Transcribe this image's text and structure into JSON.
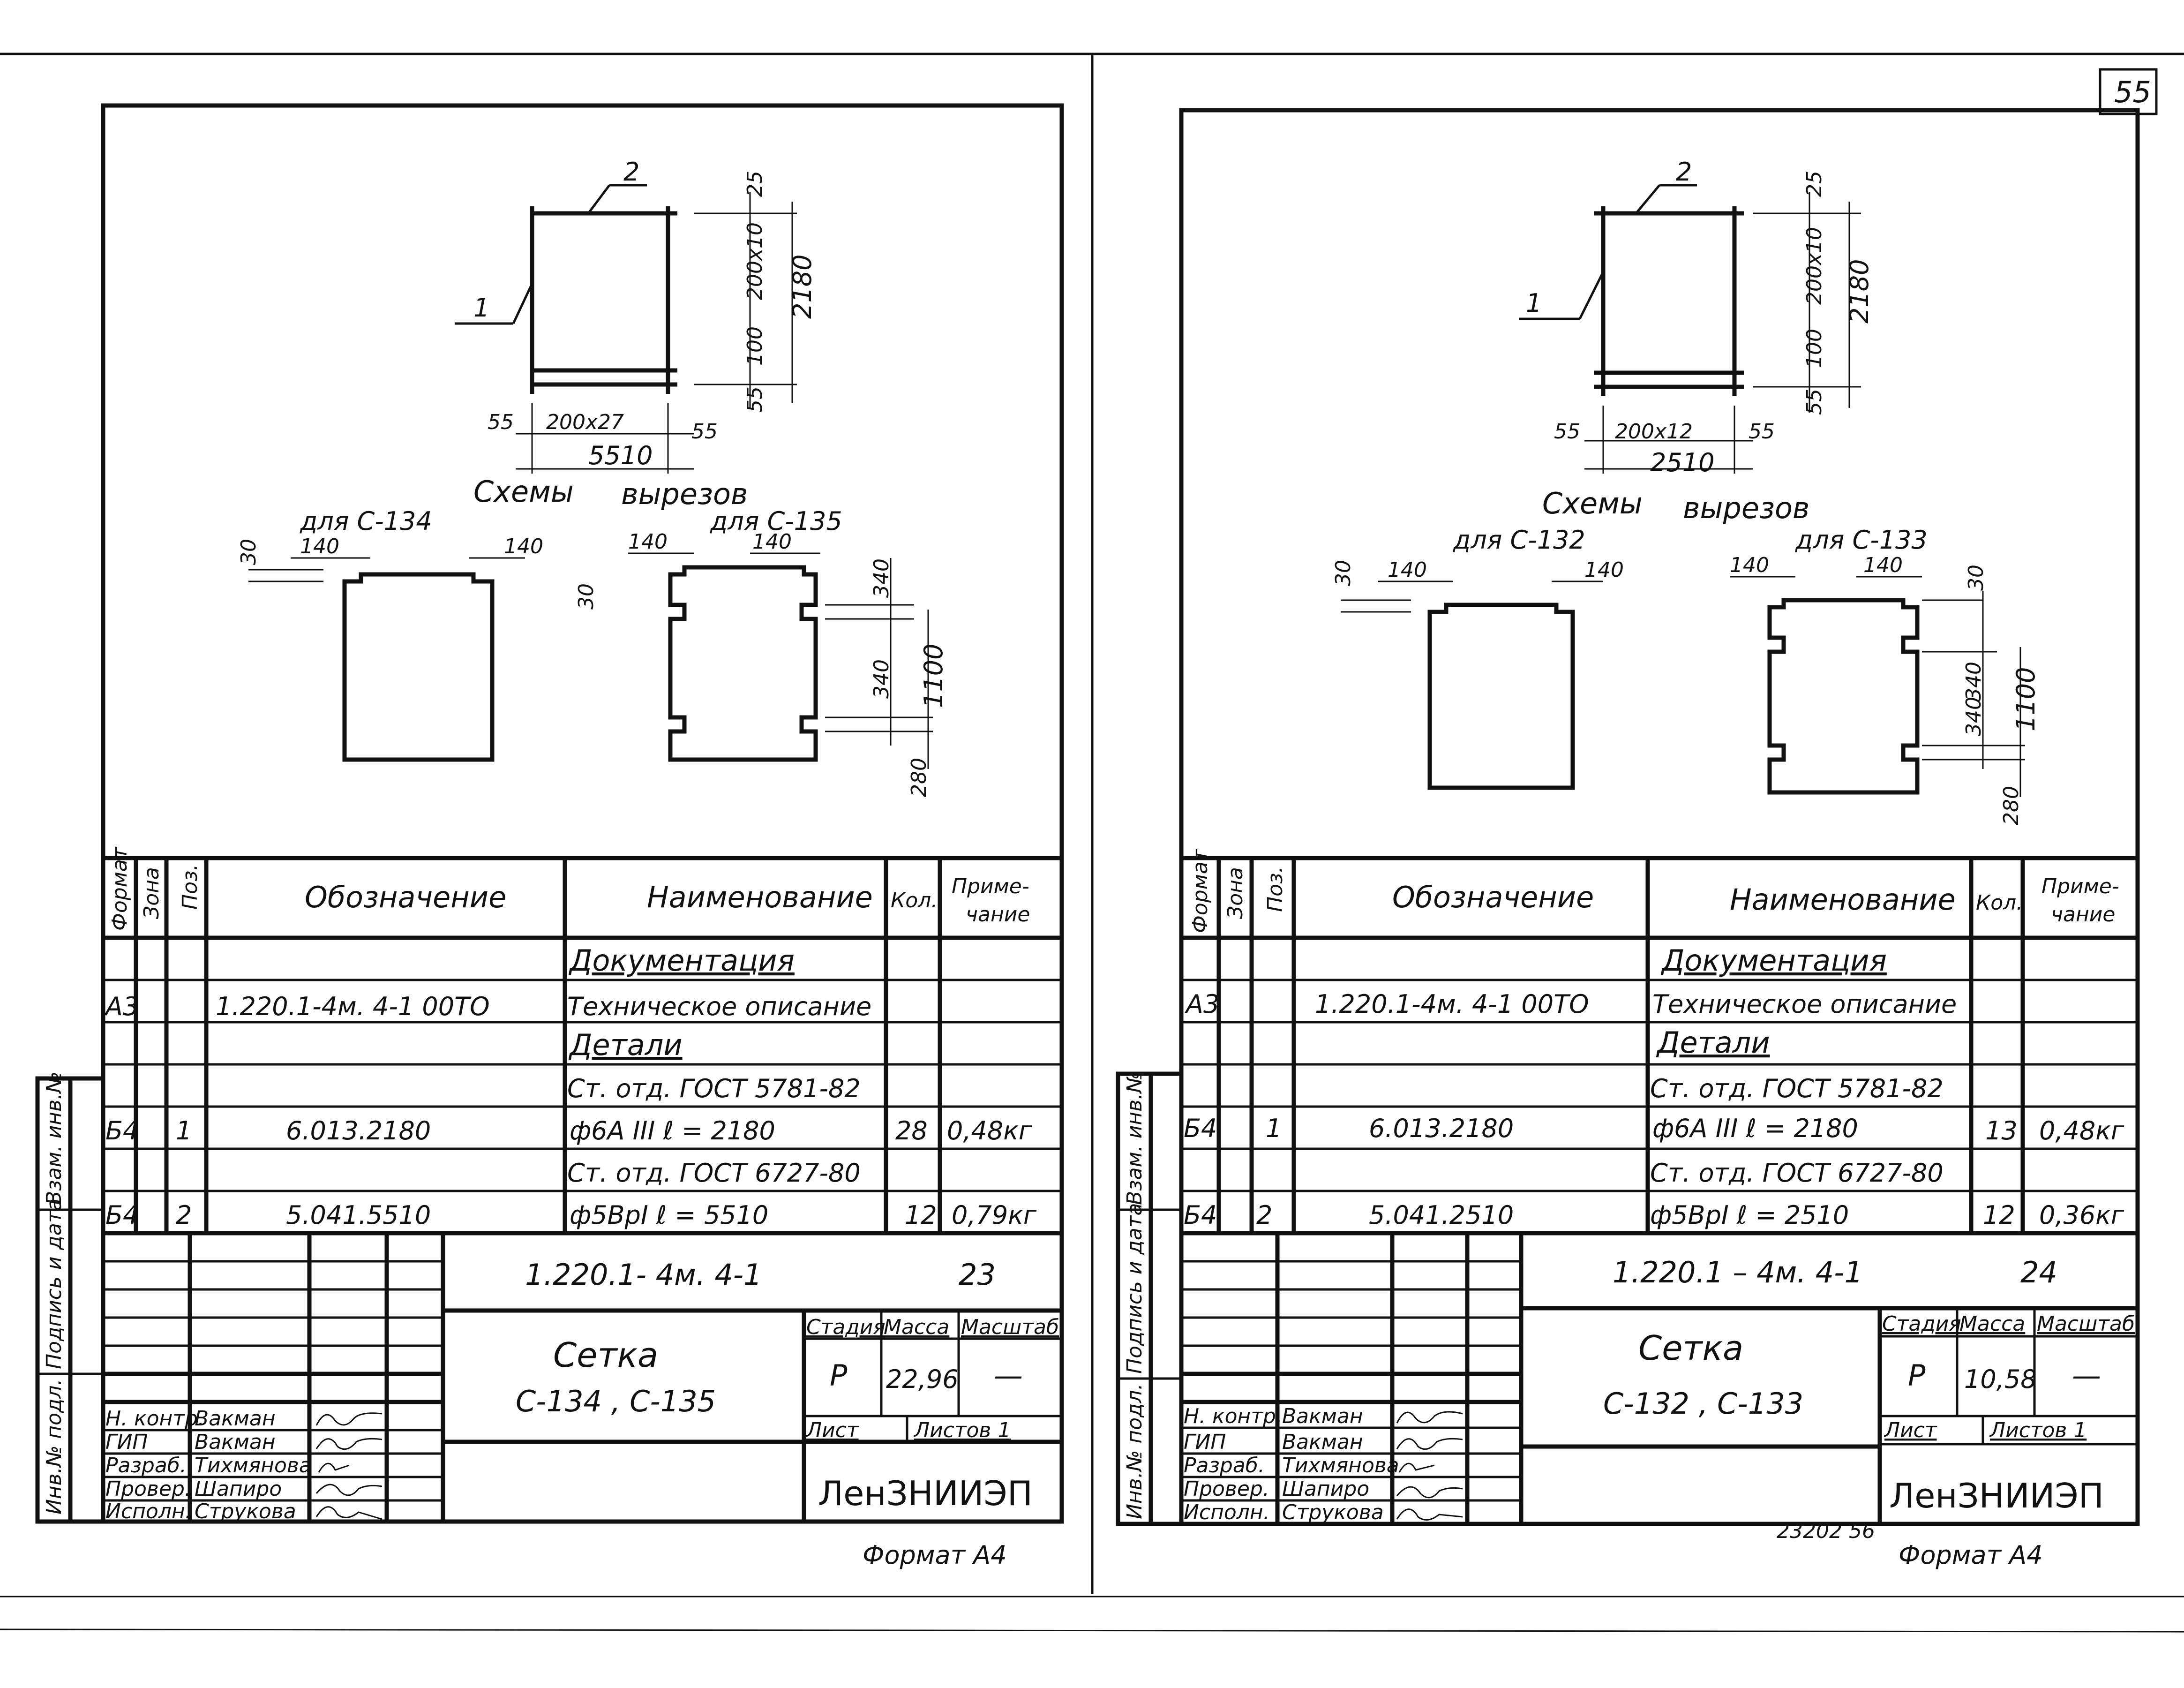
{
  "page_number": "55",
  "common": {
    "schemes_title_1": "Схемы",
    "schemes_title_2": "вырезов",
    "col_format": "Формат",
    "col_zone": "Зона",
    "col_pos": "Поз.",
    "col_designation": "Обозначение",
    "col_name": "Наименование",
    "col_qty": "Кол.",
    "col_note_1": "Приме-",
    "col_note_2": "чание",
    "sec_docs": "Документация",
    "doc_name": "Техническое описание",
    "sec_parts": "Детали",
    "st_gost1": "Ст. отд. ГОСТ 5781-82",
    "st_gost2": "Ст. отд. ГОСТ 6727-80",
    "side_vzam": "Взам. инв.№",
    "side_podp": "Подпись и дата",
    "side_inv": "Инв.№ подл.",
    "stage_h": "Стадия",
    "mass_h": "Масса",
    "scale_h": "Масштаб",
    "stage": "Р",
    "scale": "—",
    "sheet_h": "Лист",
    "sheets_h": "Листов 1",
    "org": "ЛенЗНИИЭП",
    "roles": [
      "Н. контр.",
      "ГИП",
      "Разраб.",
      "Провер.",
      "Исполн."
    ],
    "names": [
      "Вакман",
      "Вакман",
      "Тихмянова",
      "Шапиро",
      "Струкова"
    ],
    "dim_2": "2",
    "dim_1": "1",
    "dim_25": "25",
    "dim_100": "100",
    "dim_55": "55",
    "dim_2180": "2180",
    "dim_200x10": "200х10",
    "dim_140": "140",
    "dim_30": "30",
    "dim_340": "340",
    "dim_1100": "1100",
    "dim_280": "280"
  },
  "left": {
    "title_code": "1.220.1- 4м.   4-1",
    "sheet_no": "23",
    "item_title_1": "Сетка",
    "item_title_2": "С-134 , С-135",
    "mass": "22,96",
    "format_note": "Формат А4",
    "cut_a": "для С-134",
    "cut_b": "для С-135",
    "dim_200xN": "200х27",
    "dim_total": "5510",
    "rows": [
      {
        "format": "А3",
        "designation": "1.220.1-4м.  4-1  00ТО",
        "qty": "",
        "note": ""
      },
      {
        "format": "Б4",
        "pos": "1",
        "designation": "6.013.2180",
        "name": "ф6А III  ℓ = 2180",
        "qty": "28",
        "note": "0,48кг"
      },
      {
        "format": "Б4",
        "pos": "2",
        "designation": "5.041.5510",
        "name": "ф5ВрI   ℓ = 5510",
        "qty": "12",
        "note": "0,79кг"
      }
    ]
  },
  "right": {
    "title_code": "1.220.1 –  4м. 4-1",
    "sheet_no": "24",
    "item_title_1": "Сетка",
    "item_title_2": "С-132 , С-133",
    "mass": "10,58",
    "format_note": "Формат А4",
    "footer_code": "23202    56",
    "cut_a": "для С-132",
    "cut_b": "для С-133",
    "dim_200xN": "200х12",
    "dim_total": "2510",
    "rows": [
      {
        "format": "А3",
        "designation": "1.220.1-4м. 4-1   00ТО",
        "qty": "",
        "note": ""
      },
      {
        "format": "Б4",
        "pos": "1",
        "designation": "6.013.2180",
        "name": "ф6А III  ℓ = 2180",
        "qty": "13",
        "note": "0,48кг"
      },
      {
        "format": "Б4",
        "pos": "2",
        "designation": "5.041.2510",
        "name": "ф5ВрI   ℓ = 2510",
        "qty": "12",
        "note": "0,36кг"
      }
    ]
  }
}
